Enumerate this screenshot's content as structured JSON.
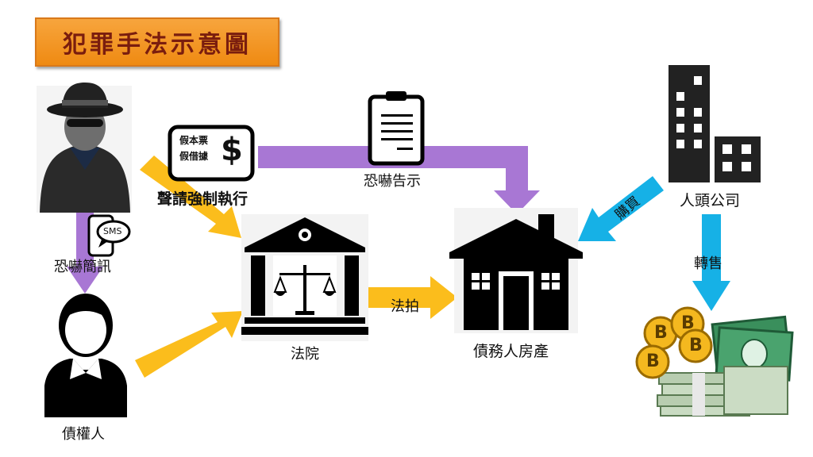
{
  "title": "犯罪手法示意圖",
  "nodes": {
    "criminal": "",
    "creditor": "債權人",
    "court": "法院",
    "debtor_property": "債務人房產",
    "shell_company": "人頭公司",
    "money": ""
  },
  "edges": {
    "sms_threat": "恐嚇簡訊",
    "apply_enforcement": "聲請強制執行",
    "threat_notice": "恐嚇告示",
    "auction": "法拍",
    "purchase": "購買",
    "resell": "轉售"
  },
  "icons": {
    "fake_note_line1": "假本票",
    "fake_note_line2": "假借據",
    "sms_badge": "SMS",
    "dollar_sign": "$",
    "bitcoin_letter": "B"
  },
  "colors": {
    "purple_arrow": "#a877d4",
    "yellow_arrow": "#fbbd1c",
    "blue_arrow": "#16b1e6",
    "title_bg": "#f39a2a",
    "title_text": "#7a1d0e"
  }
}
